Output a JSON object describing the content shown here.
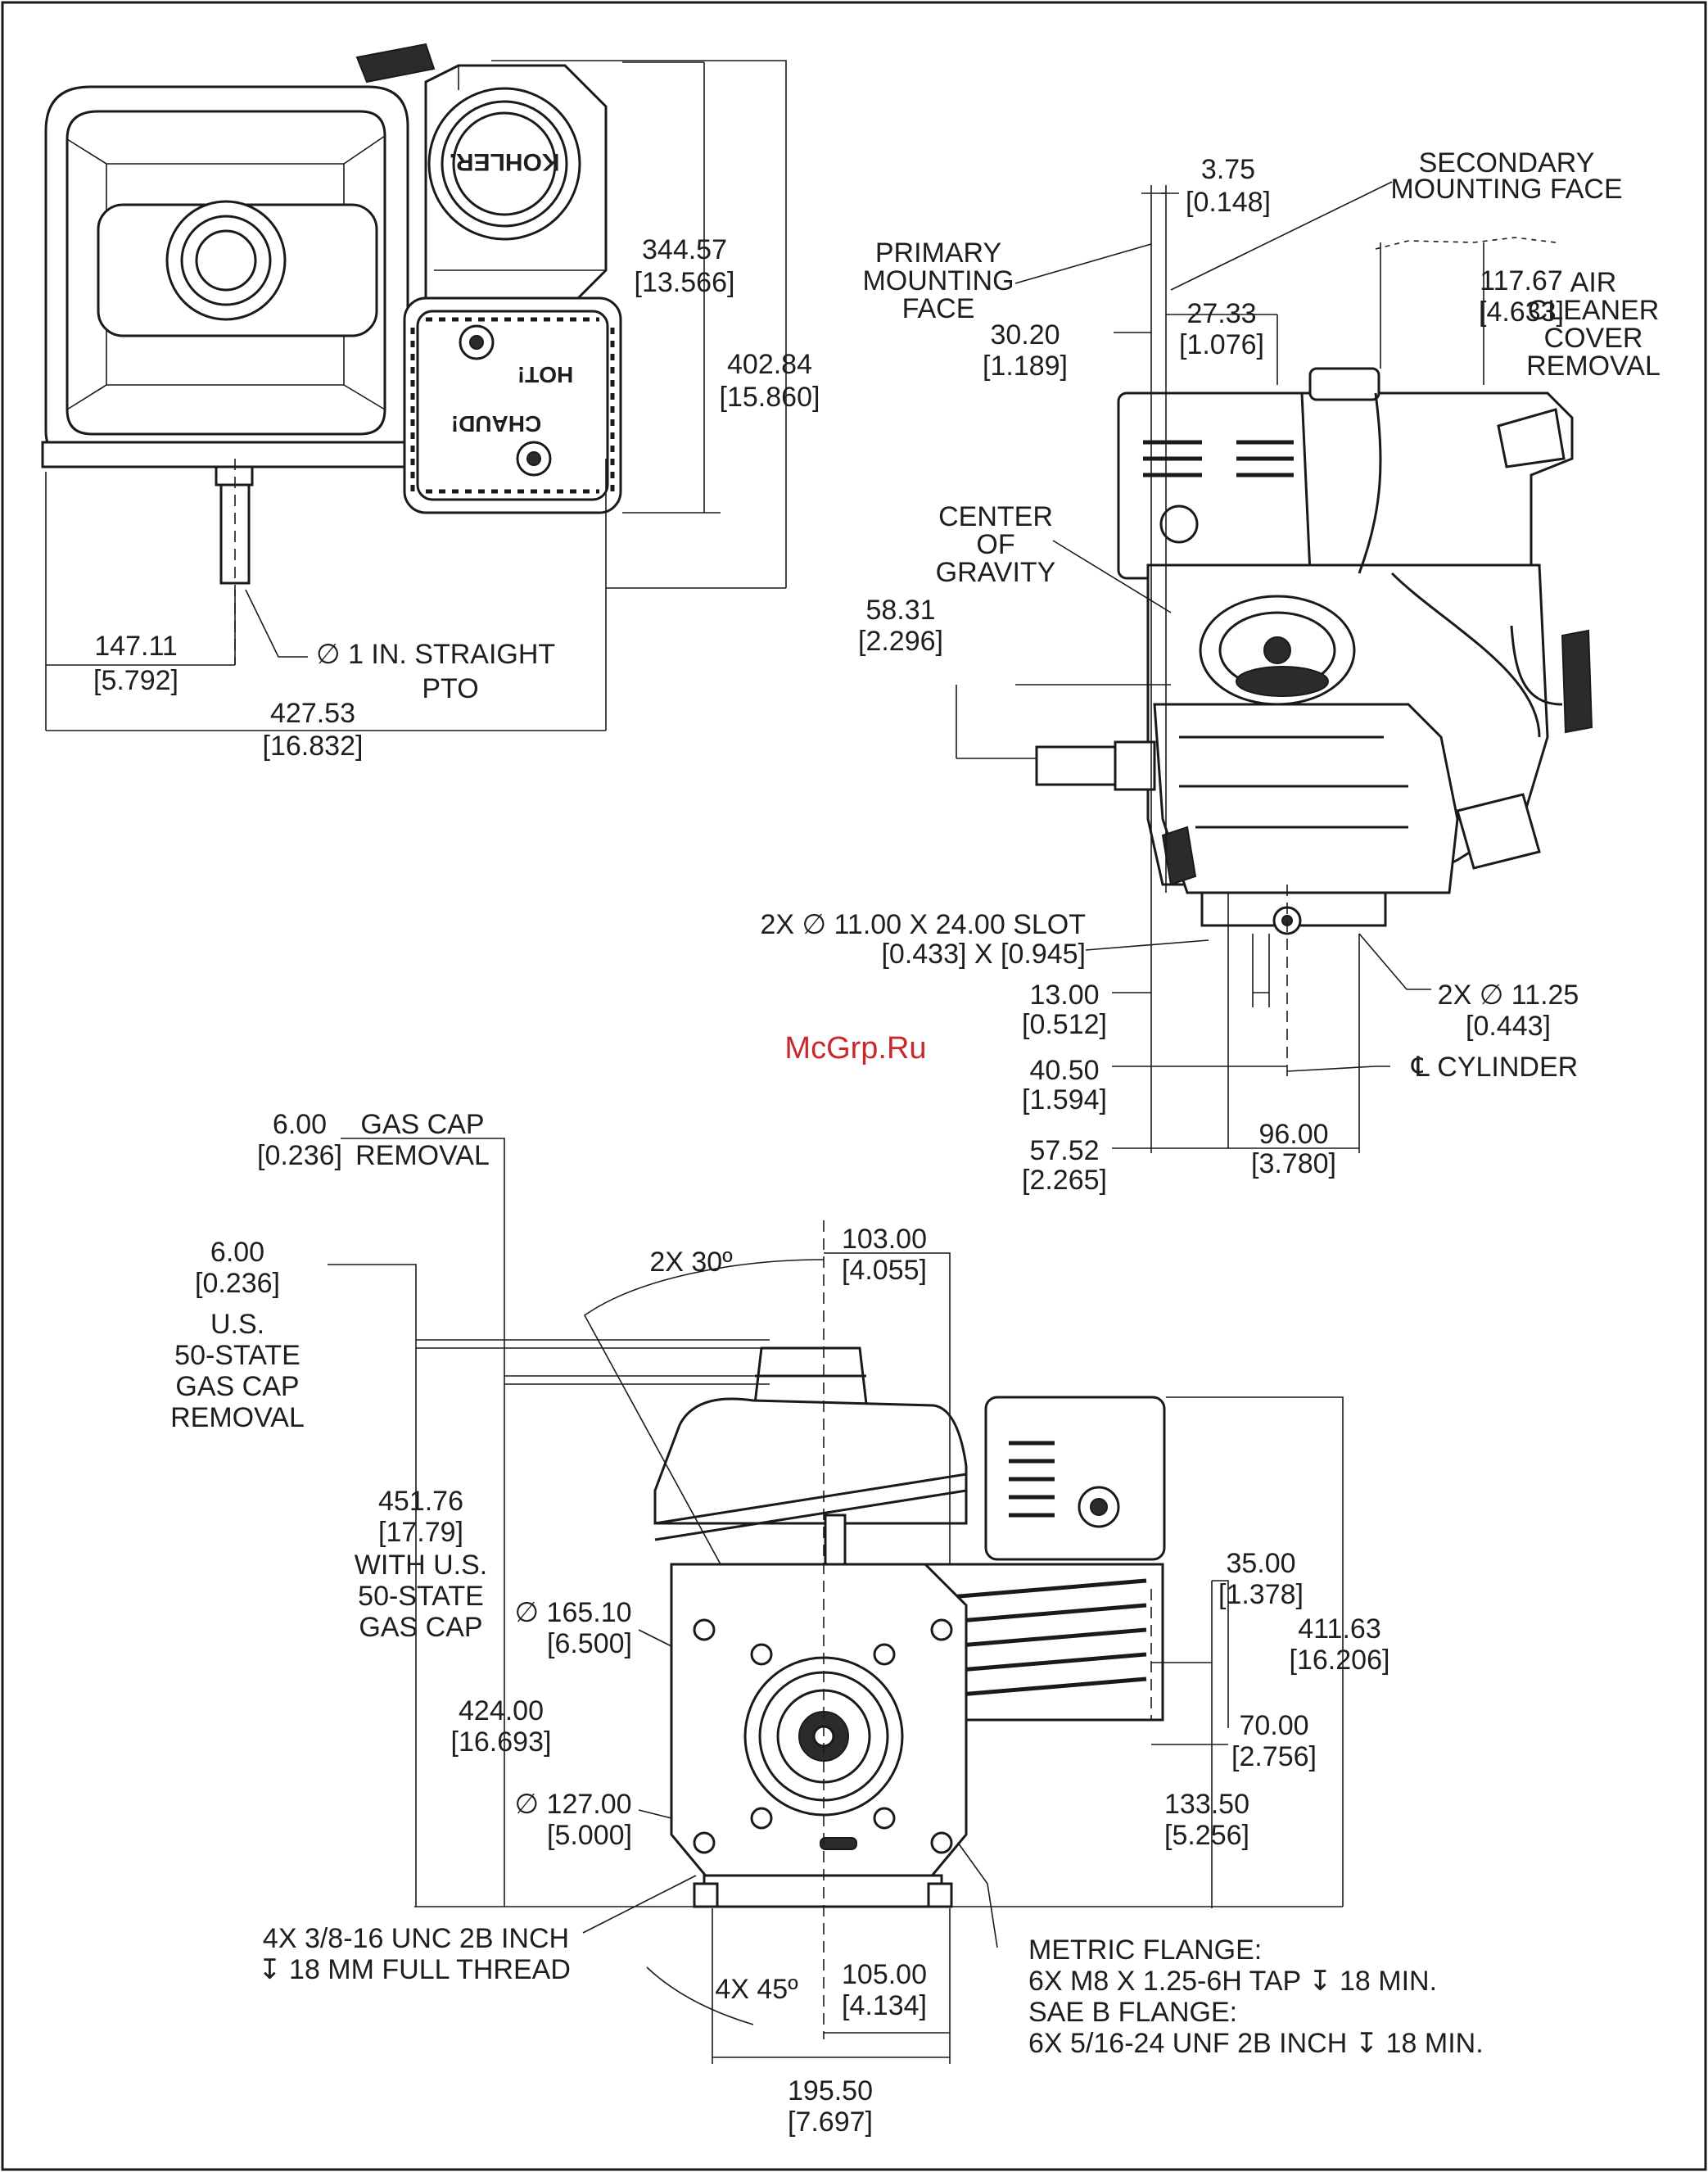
{
  "watermark": "McGrp.Ru",
  "engine_labels": {
    "brand": "KOHLER.",
    "warning_top": "CHAUD!",
    "warning_bottom": "HOT!"
  },
  "top_view": {
    "dims": [
      {
        "mm": "344.57",
        "in": "[13.566]"
      },
      {
        "mm": "402.84",
        "in": "[15.860]"
      },
      {
        "mm": "147.11",
        "in": "[5.792]"
      },
      {
        "mm": "427.53",
        "in": "[16.832]"
      }
    ],
    "pto_note": {
      "line1": "∅ 1 IN. STRAIGHT",
      "line2": "PTO"
    }
  },
  "side_view": {
    "dims": [
      {
        "mm": "3.75",
        "in": "[0.148]"
      },
      {
        "mm": "30.20",
        "in": "[1.189]"
      },
      {
        "mm": "27.33",
        "in": "[1.076]"
      },
      {
        "mm": "117.67",
        "in": "[4.633]"
      },
      {
        "mm": "58.31",
        "in": "[2.296]"
      },
      {
        "mm": "13.00",
        "in": "[0.512]"
      },
      {
        "mm": "40.50",
        "in": "[1.594]"
      },
      {
        "mm": "57.52",
        "in": "[2.265]"
      },
      {
        "mm": "96.00",
        "in": "[3.780]"
      }
    ],
    "labels": {
      "secondary": [
        "SECONDARY",
        "MOUNTING FACE"
      ],
      "primary": [
        "PRIMARY",
        "MOUNTING",
        "FACE"
      ],
      "air_cleaner": [
        "AIR",
        "CLEANER",
        "COVER",
        "REMOVAL"
      ],
      "cog": [
        "CENTER",
        "OF",
        "GRAVITY"
      ],
      "slot": [
        "2X ∅ 11.00 X 24.00 SLOT",
        "[0.433] X [0.945]"
      ],
      "hole": [
        "2X ∅ 11.25",
        "[0.443]"
      ],
      "cylinder": "℄ CYLINDER"
    }
  },
  "front_view": {
    "gas_cap_removal": {
      "mm": "6.00",
      "in": "[0.236]",
      "label": [
        "GAS CAP",
        "REMOVAL"
      ]
    },
    "us_gas_cap_removal": {
      "mm": "6.00",
      "in": "[0.236]",
      "label": [
        "U.S.",
        "50-STATE",
        "GAS CAP",
        "REMOVAL"
      ]
    },
    "angle_top": "2X 30º",
    "dims": {
      "d103": {
        "mm": "103.00",
        "in": "[4.055]"
      },
      "d451": {
        "mm": "451.76",
        "in": "[17.79]",
        "note": [
          "WITH U.S.",
          "50-STATE",
          "GAS CAP"
        ]
      },
      "d424": {
        "mm": "424.00",
        "in": "[16.693]"
      },
      "dia165": {
        "mm": "∅ 165.10",
        "in": "[6.500]"
      },
      "dia127": {
        "mm": "∅ 127.00",
        "in": "[5.000]"
      },
      "d35": {
        "mm": "35.00",
        "in": "[1.378]"
      },
      "d411": {
        "mm": "411.63",
        "in": "[16.206]"
      },
      "d70": {
        "mm": "70.00",
        "in": "[2.756]"
      },
      "d133": {
        "mm": "133.50",
        "in": "[5.256]"
      },
      "d105": {
        "mm": "105.00",
        "in": "[4.134]"
      },
      "d195": {
        "mm": "195.50",
        "in": "[7.697]"
      }
    },
    "angle_bottom": "4X 45º",
    "thread_note": [
      "4X 3/8-16 UNC 2B INCH",
      "↧ 18 MM FULL THREAD"
    ],
    "flange_note": [
      "METRIC FLANGE:",
      "6X M8 X 1.25-6H TAP ↧ 18 MIN.",
      "SAE B FLANGE:",
      "6X 5/16-24 UNF 2B INCH ↧ 18 MIN."
    ]
  }
}
